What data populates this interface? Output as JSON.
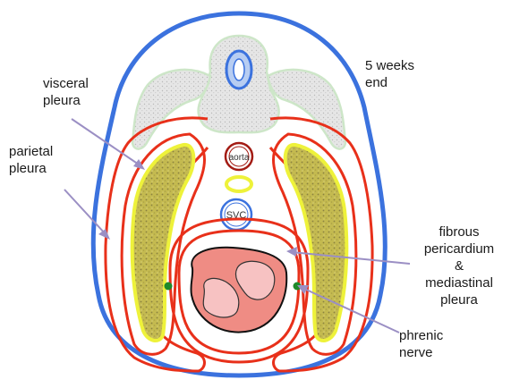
{
  "title_line1": "5 weeks",
  "title_line2": "end",
  "labels": {
    "visceral_line1": "visceral",
    "visceral_line2": "pleura",
    "parietal_line1": "parietal",
    "parietal_line2": "pleura",
    "fibrous_line1": "fibrous",
    "fibrous_line2": "pericardium",
    "fibrous_line3": "&",
    "fibrous_line4": "mediastinal",
    "fibrous_line5": "pleura",
    "phrenic_line1": "phrenic",
    "phrenic_line2": "nerve"
  },
  "vessels": {
    "aorta": "aorta",
    "svc": "SVC"
  },
  "colors": {
    "body_wall": "#3b72de",
    "pleura": "#e8301a",
    "lung": "#c8be58",
    "lung_edge": "#eef23a",
    "heart": "#ef8c84",
    "heart_inner": "#f7c2c2",
    "nerve": "#1e8a2a",
    "pointer": "#9b8fc4",
    "spine_outline": "#cde6c8",
    "spine_fill": "#e5e5e5"
  }
}
